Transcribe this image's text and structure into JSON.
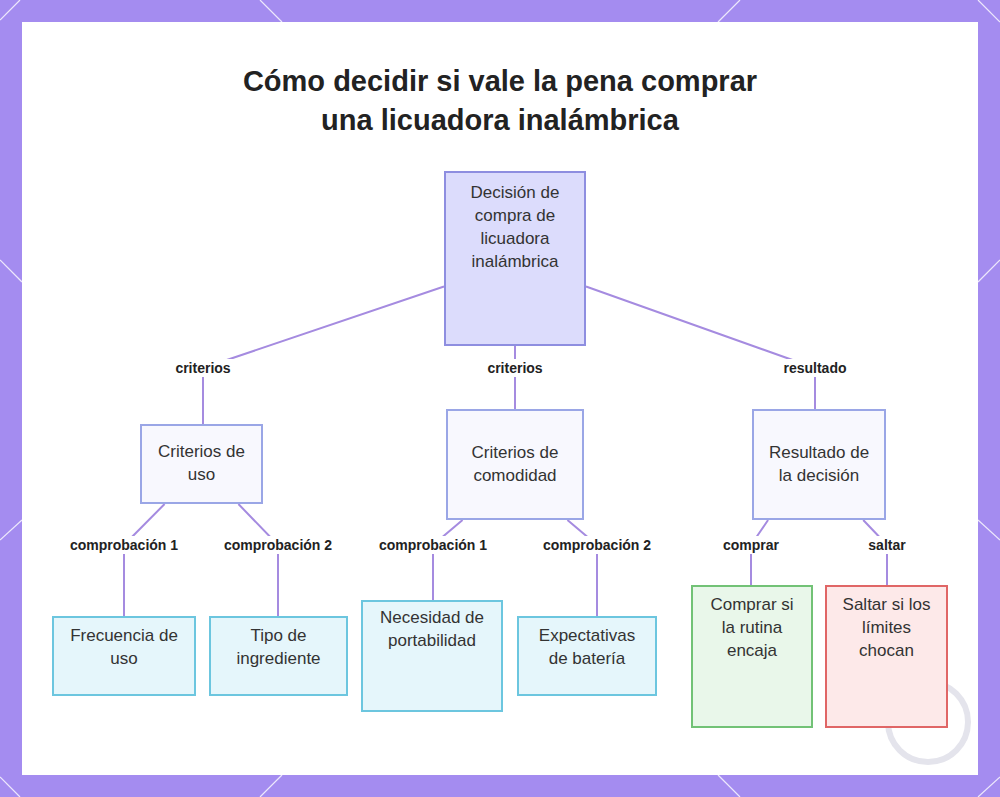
{
  "diagram": {
    "title": "Cómo decidir si vale la pena comprar una licuadora inalámbrica",
    "nodes": [
      {
        "text": [
          "Decisión de compra de licuadora inalámbrica"
        ]
      },
      {
        "text": [
          "Criterios de uso"
        ]
      },
      {
        "text": [
          "Criterios de comodidad"
        ]
      },
      {
        "text": [
          "Resultado de la decisión"
        ]
      },
      {
        "text": [
          "Frecuencia de uso"
        ]
      },
      {
        "text": [
          "Tipo de ingrediente"
        ]
      },
      {
        "text": [
          "Necesidad de portabilidad"
        ]
      },
      {
        "text": [
          "Expectativas de batería"
        ]
      },
      {
        "text": [
          "Comprar si la rutina encaja"
        ]
      },
      {
        "text": [
          "Saltar si los límites chocan"
        ]
      }
    ],
    "edges": [
      {
        "from": 0,
        "to": 1,
        "label": "criterios",
        "arrow": "none"
      },
      {
        "from": 0,
        "to": 2,
        "label": "criterios",
        "arrow": "none"
      },
      {
        "from": 0,
        "to": 3,
        "label": "resultado",
        "arrow": "none"
      },
      {
        "from": 1,
        "to": 4,
        "label": "comprobación 1",
        "arrow": "none"
      },
      {
        "from": 1,
        "to": 5,
        "label": "comprobación 2",
        "arrow": "none"
      },
      {
        "from": 2,
        "to": 6,
        "label": "comprobación 1",
        "arrow": "none"
      },
      {
        "from": 2,
        "to": 7,
        "label": "comprobación 2",
        "arrow": "none"
      },
      {
        "from": 3,
        "to": 8,
        "label": "comprar",
        "arrow": "none"
      },
      {
        "from": 3,
        "to": 9,
        "label": "saltar",
        "arrow": "none"
      }
    ]
  }
}
